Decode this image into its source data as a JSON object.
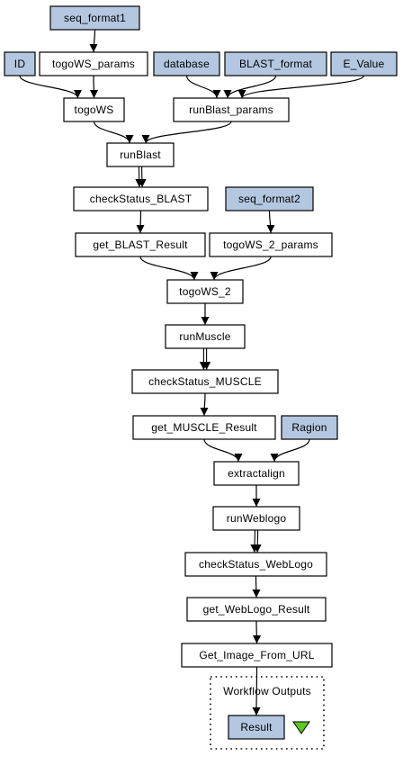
{
  "workflow": {
    "nodes": [
      {
        "id": "seq_format1",
        "label": "seq_format1",
        "kind": "input"
      },
      {
        "id": "ID",
        "label": "ID",
        "kind": "input"
      },
      {
        "id": "togoWS_params",
        "label": "togoWS_params",
        "kind": "proc"
      },
      {
        "id": "database",
        "label": "database",
        "kind": "input"
      },
      {
        "id": "BLAST_format",
        "label": "BLAST_format",
        "kind": "input"
      },
      {
        "id": "E_Value",
        "label": "E_Value",
        "kind": "input"
      },
      {
        "id": "togoWS",
        "label": "togoWS",
        "kind": "proc"
      },
      {
        "id": "runBlast_params",
        "label": "runBlast_params",
        "kind": "proc"
      },
      {
        "id": "runBlast",
        "label": "runBlast",
        "kind": "proc"
      },
      {
        "id": "checkStatus_BLAST",
        "label": "checkStatus_BLAST",
        "kind": "proc"
      },
      {
        "id": "seq_format2",
        "label": "seq_format2",
        "kind": "input"
      },
      {
        "id": "get_BLAST_Result",
        "label": "get_BLAST_Result",
        "kind": "proc"
      },
      {
        "id": "togoWS_2_params",
        "label": "togoWS_2_params",
        "kind": "proc"
      },
      {
        "id": "togoWS_2",
        "label": "togoWS_2",
        "kind": "proc"
      },
      {
        "id": "runMuscle",
        "label": "runMuscle",
        "kind": "proc"
      },
      {
        "id": "checkStatus_MUSCLE",
        "label": "checkStatus_MUSCLE",
        "kind": "proc"
      },
      {
        "id": "get_MUSCLE_Result",
        "label": "get_MUSCLE_Result",
        "kind": "proc"
      },
      {
        "id": "Ragion",
        "label": "Ragion",
        "kind": "input"
      },
      {
        "id": "extractalign",
        "label": "extractalign",
        "kind": "proc"
      },
      {
        "id": "runWeblogo",
        "label": "runWeblogo",
        "kind": "proc"
      },
      {
        "id": "checkStatus_WebLogo",
        "label": "checkStatus_WebLogo",
        "kind": "proc"
      },
      {
        "id": "get_WebLogo_Result",
        "label": "get_WebLogo_Result",
        "kind": "proc"
      },
      {
        "id": "Get_Image_From_URL",
        "label": "Get_Image_From_URL",
        "kind": "proc"
      },
      {
        "id": "Result",
        "label": "Result",
        "kind": "output"
      }
    ],
    "edges": [
      {
        "from": "seq_format1",
        "to": "togoWS_params"
      },
      {
        "from": "ID",
        "to": "togoWS"
      },
      {
        "from": "togoWS_params",
        "to": "togoWS"
      },
      {
        "from": "database",
        "to": "runBlast_params"
      },
      {
        "from": "BLAST_format",
        "to": "runBlast_params"
      },
      {
        "from": "E_Value",
        "to": "runBlast_params"
      },
      {
        "from": "togoWS",
        "to": "runBlast"
      },
      {
        "from": "runBlast_params",
        "to": "runBlast"
      },
      {
        "from": "runBlast",
        "to": "checkStatus_BLAST",
        "style": "double"
      },
      {
        "from": "checkStatus_BLAST",
        "to": "get_BLAST_Result"
      },
      {
        "from": "seq_format2",
        "to": "togoWS_2_params"
      },
      {
        "from": "get_BLAST_Result",
        "to": "togoWS_2"
      },
      {
        "from": "togoWS_2_params",
        "to": "togoWS_2"
      },
      {
        "from": "togoWS_2",
        "to": "runMuscle"
      },
      {
        "from": "runMuscle",
        "to": "checkStatus_MUSCLE",
        "style": "double"
      },
      {
        "from": "checkStatus_MUSCLE",
        "to": "get_MUSCLE_Result"
      },
      {
        "from": "get_MUSCLE_Result",
        "to": "extractalign"
      },
      {
        "from": "Ragion",
        "to": "extractalign"
      },
      {
        "from": "extractalign",
        "to": "runWeblogo"
      },
      {
        "from": "runWeblogo",
        "to": "checkStatus_WebLogo",
        "style": "double"
      },
      {
        "from": "checkStatus_WebLogo",
        "to": "get_WebLogo_Result"
      },
      {
        "from": "get_WebLogo_Result",
        "to": "Get_Image_From_URL"
      },
      {
        "from": "Get_Image_From_URL",
        "to": "Result"
      }
    ],
    "output_group": {
      "label": "Workflow Outputs"
    },
    "output_indicator": {
      "icon": "green-triangle-icon",
      "color": "#5ac81e"
    }
  }
}
